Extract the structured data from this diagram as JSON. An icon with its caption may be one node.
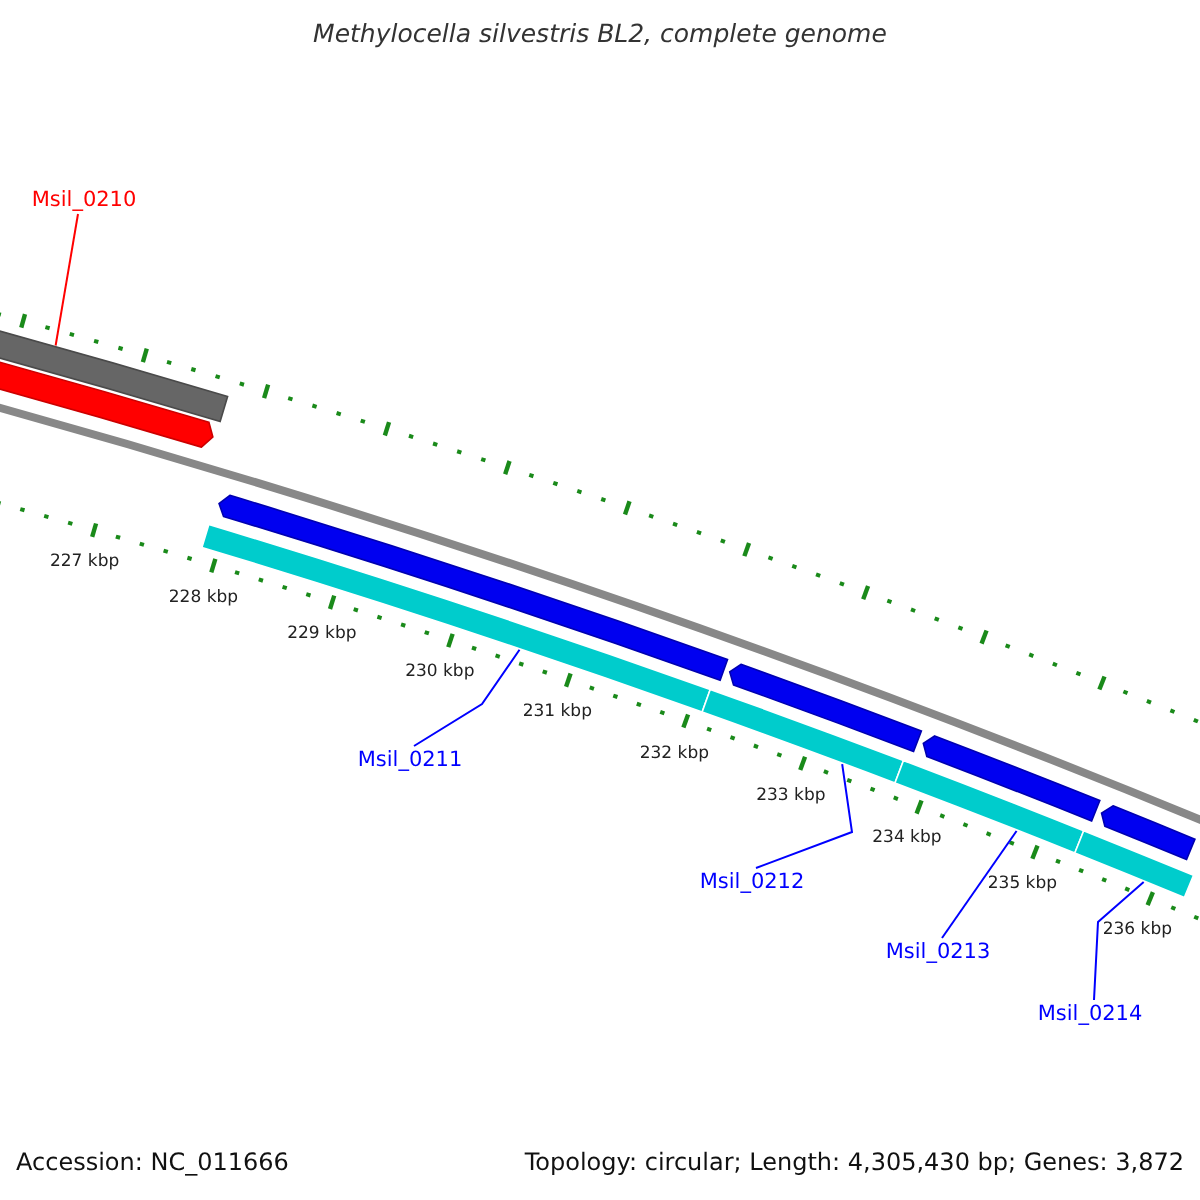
{
  "diagram": {
    "title": "Methylocella silvestris BL2, complete genome",
    "nodes": [
      {
        "text": [
          "Msil_0210"
        ]
      },
      {
        "text": [
          "Msil_0211"
        ]
      },
      {
        "text": [
          "Msil_0212"
        ]
      },
      {
        "text": [
          "Msil_0213"
        ]
      },
      {
        "text": [
          "Msil_0214"
        ]
      },
      {
        "text": [],
        "shape": "bar"
      },
      {
        "text": [],
        "shape": "arrow"
      },
      {
        "text": [],
        "shape": "arrow"
      },
      {
        "text": [],
        "shape": "arrow"
      },
      {
        "text": [],
        "shape": "arrow"
      },
      {
        "text": [],
        "shape": "arrow"
      },
      {
        "text": [],
        "shape": "bar"
      },
      {
        "text": [],
        "shape": "bar"
      },
      {
        "text": [],
        "shape": "bar"
      },
      {
        "text": [],
        "shape": "bar"
      }
    ],
    "edges": [
      {
        "from": 0,
        "to": 5,
        "arrow": "none",
        "color": "#ff0000"
      },
      {
        "from": 1,
        "to": 11,
        "arrow": "none"
      },
      {
        "from": 2,
        "to": 12,
        "arrow": "none"
      },
      {
        "from": 3,
        "to": 13,
        "arrow": "none"
      },
      {
        "from": 4,
        "to": 14,
        "arrow": "none"
      }
    ],
    "labels": [
      "227 kbp",
      "228 kbp",
      "229 kbp",
      "230 kbp",
      "231 kbp",
      "232 kbp",
      "233 kbp",
      "234 kbp",
      "235 kbp",
      "236 kbp",
      "Accession: NC_011666",
      "Topology: circular; Length: 4,305,430 bp; Genes: 3,872"
    ]
  }
}
